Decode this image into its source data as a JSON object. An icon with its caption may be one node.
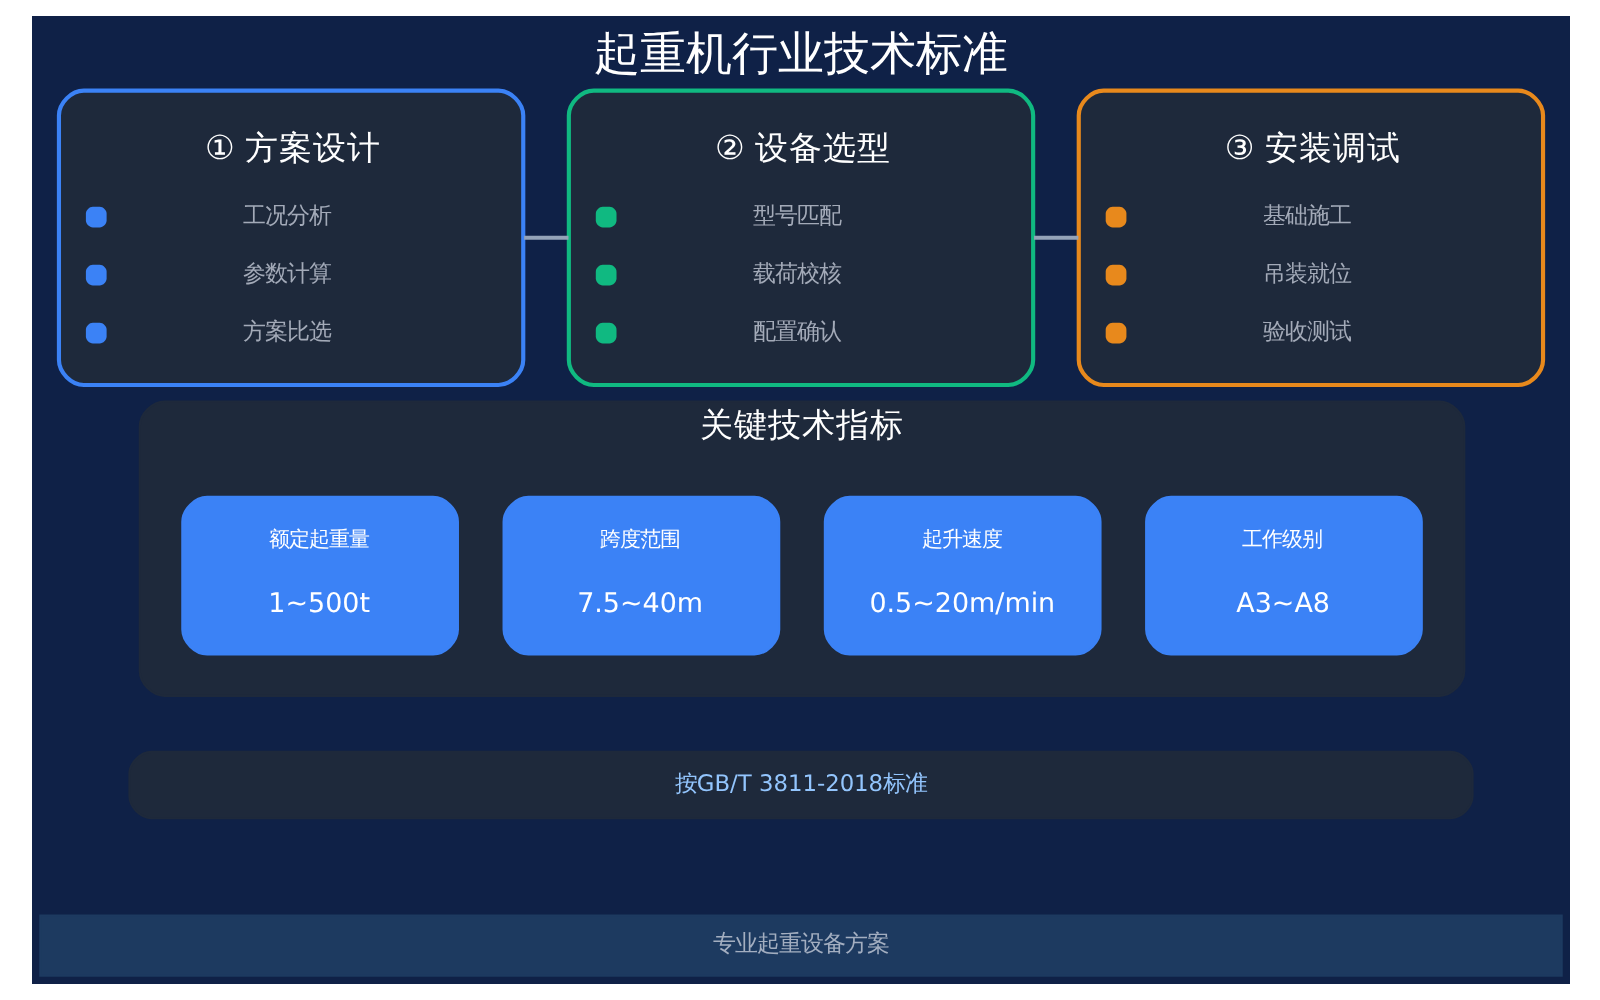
{
  "diagram": {
    "title": "起重机行业技术标准",
    "nodes": [
      {
        "text": [
          "① 方案设计",
          "工况分析",
          "参数计算",
          "方案比选"
        ]
      },
      {
        "text": [
          "② 设备选型",
          "型号匹配",
          "载荷校核",
          "配置确认"
        ]
      },
      {
        "text": [
          "③ 安装调试",
          "基础施工",
          "吊装就位",
          "验收测试"
        ]
      },
      {
        "text": [
          "关键技术指标"
        ]
      },
      {
        "text": [
          "额定起重量",
          "1~500t"
        ],
        "in": 3
      },
      {
        "text": [
          "跨度范围",
          "7.5~40m"
        ],
        "in": 3
      },
      {
        "text": [
          "起升速度",
          "0.5~20m/min"
        ],
        "in": 3
      },
      {
        "text": [
          "工作级别",
          "A3~A8"
        ],
        "in": 3
      },
      {
        "text": [
          "按GB/T 3811-2018标准"
        ]
      },
      {
        "text": [
          "专业起重设备方案"
        ]
      }
    ],
    "edges": [
      {
        "from": 0,
        "to": 1,
        "arrow": "none"
      },
      {
        "from": 1,
        "to": 2,
        "arrow": "none"
      }
    ]
  }
}
